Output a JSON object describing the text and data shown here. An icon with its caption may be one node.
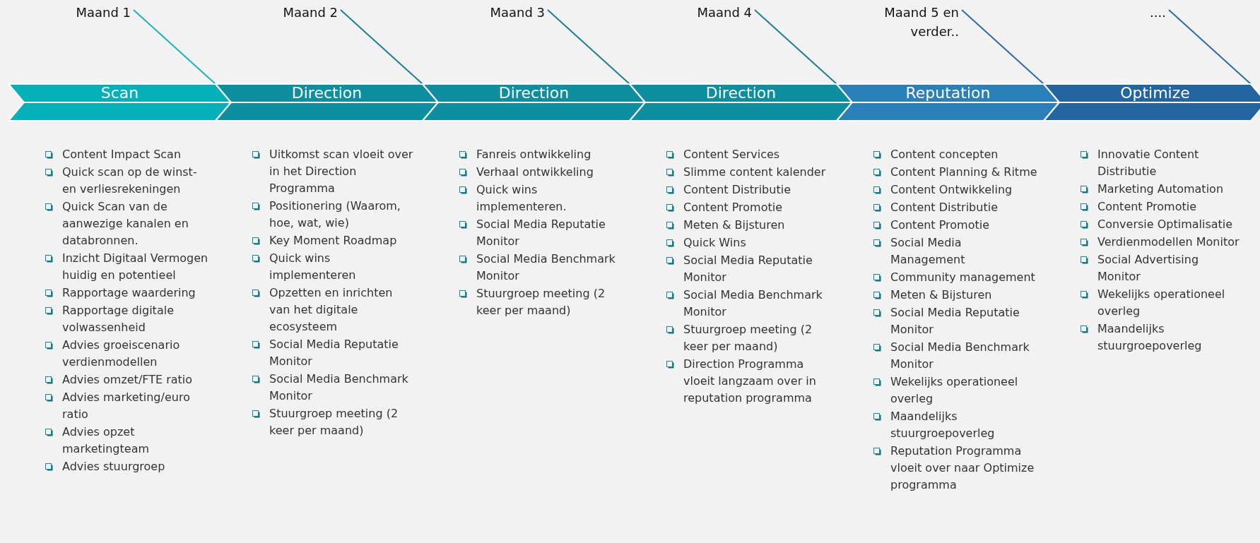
{
  "diagram": {
    "nodes": [
      {
        "text": [
          "Scan"
        ],
        "beside": [
          "Content Impact Scan",
          "Quick scan op de winst- en verliesrekeningen",
          "Quick Scan van de aanwezige kanalen en databronnen.",
          "Inzicht Digitaal Vermogen huidig en potentieel",
          "Rapportage waardering",
          "Rapportage digitale volwassenheid",
          "Advies groeiscenario verdienmodellen",
          "Advies omzet/FTE ratio",
          "Advies marketing/euro ratio",
          "Advies opzet marketingteam",
          "Advies stuurgroep"
        ]
      },
      {
        "text": [
          "Direction"
        ],
        "beside": [
          "Uitkomst scan vloeit over in het Direction Programma",
          "Positionering (Waarom, hoe, wat, wie)",
          "Key Moment Roadmap",
          "Quick wins implementeren",
          "Opzetten en inrichten van het digitale ecosysteem",
          "Social Media Reputatie Monitor",
          "Social Media Benchmark Monitor",
          "Stuurgroep meeting (2 keer per maand)"
        ]
      },
      {
        "text": [
          "Direction"
        ],
        "beside": [
          "Fanreis ontwikkeling",
          "Verhaal ontwikkeling",
          "Quick wins implementeren.",
          "Social Media Reputatie Monitor",
          "Social Media Benchmark Monitor",
          "Stuurgroep meeting (2 keer per maand)"
        ]
      },
      {
        "text": [
          "Direction"
        ],
        "beside": [
          "Content Services",
          "Slimme content kalender",
          "Content Distributie",
          "Content Promotie",
          "Meten & Bijsturen",
          "Quick Wins",
          "Social Media Reputatie Monitor",
          "Social Media Benchmark Monitor",
          "Stuurgroep meeting (2 keer per maand)",
          "Direction Programma vloeit langzaam over in reputation programma"
        ]
      },
      {
        "text": [
          "Reputation"
        ],
        "beside": [
          "Content concepten",
          "Content Planning & Ritme",
          "Content Ontwikkeling",
          "Content Distributie",
          "Content Promotie",
          "Social Media Management",
          "Community management",
          "Meten & Bijsturen",
          "Social Media Reputatie Monitor",
          "Social Media Benchmark Monitor",
          "Wekelijks operationeel overleg",
          "Maandelijks stuurgroepoverleg",
          "Reputation Programma vloeit over naar Optimize programma"
        ]
      },
      {
        "text": [
          "Optimize"
        ],
        "beside": [
          "Innovatie Content Distributie",
          "Marketing Automation",
          "Content Promotie",
          "Conversie Optimalisatie",
          "Verdienmodellen Monitor",
          "Social Advertising Monitor",
          "Wekelijks operationeel overleg",
          "Maandelijks stuurgroepoverleg"
        ]
      },
      {
        "text": [
          "Maand 1"
        ]
      },
      {
        "text": [
          "Maand 2"
        ]
      },
      {
        "text": [
          "Maand 3"
        ]
      },
      {
        "text": [
          "Maand 4"
        ]
      },
      {
        "text": [
          "Maand 5 en verder.."
        ]
      },
      {
        "text": [
          "...."
        ]
      }
    ],
    "edges": [
      {
        "from": 6,
        "to": 0,
        "arrow": "none",
        "color": "#1bb3bc"
      },
      {
        "from": 7,
        "to": 1,
        "arrow": "none"
      },
      {
        "from": 8,
        "to": 2,
        "arrow": "none"
      },
      {
        "from": 9,
        "to": 3,
        "arrow": "none"
      },
      {
        "from": 10,
        "to": 4,
        "arrow": "none",
        "color": "#2d6ba6"
      },
      {
        "from": 11,
        "to": 5,
        "arrow": "none",
        "color": "#2d6ba6"
      }
    ]
  }
}
